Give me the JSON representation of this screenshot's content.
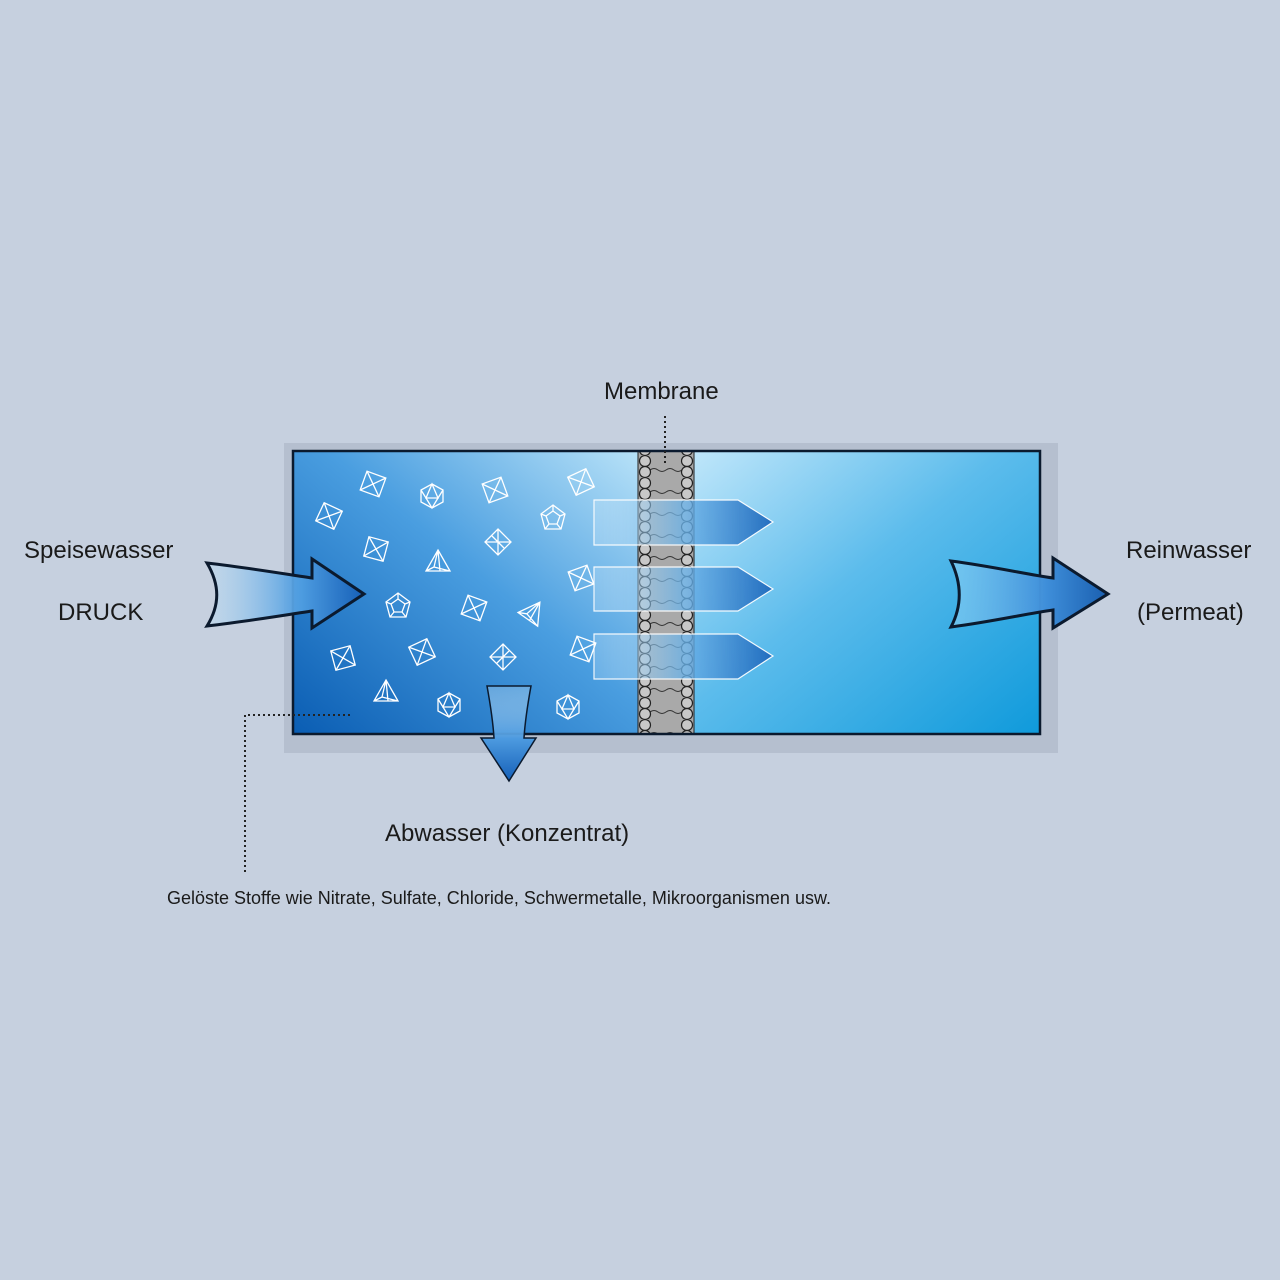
{
  "labels": {
    "membrane": "Membrane",
    "feed": "Speisewasser",
    "pressure": "DRUCK",
    "pure": "Reinwasser",
    "permeate": "(Permeat)",
    "waste": "Abwasser (Konzentrat)",
    "dissolved": "Gelöste Stoffe wie Nitrate, Sulfate, Chloride, Schwermetalle, Mikroorganismen usw."
  },
  "colors": {
    "background": "#c6d0df",
    "water_dark": "#0a5db3",
    "water_light": "#b8e2f8",
    "permeate_side": "#14a3e0",
    "membrane": "#a9a9a9",
    "arrow_blue": "#1f6fc0",
    "outline": "#0b1a2e"
  },
  "particle_icons": [
    "octahedron-icon",
    "icosahedron-icon",
    "tetrahedron-icon",
    "dodecahedron-icon"
  ]
}
